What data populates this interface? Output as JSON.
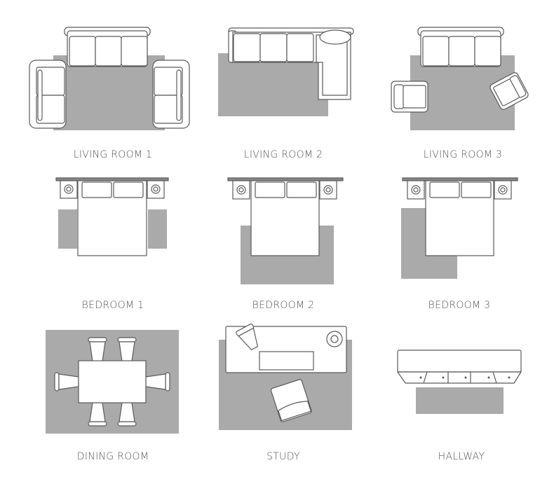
{
  "colors": {
    "rug": "#aaaaaa",
    "outline": "#5a5a5a",
    "furniture_fill": "#ffffff",
    "label_text": "#555555",
    "background": "#ffffff"
  },
  "layouts": [
    {
      "id": "living-room-1",
      "label": "LIVING ROOM 1"
    },
    {
      "id": "living-room-2",
      "label": "LIVING ROOM 2"
    },
    {
      "id": "living-room-3",
      "label": "LIVING ROOM 3"
    },
    {
      "id": "bedroom-1",
      "label": "BEDROOM 1"
    },
    {
      "id": "bedroom-2",
      "label": "BEDROOM 2"
    },
    {
      "id": "bedroom-3",
      "label": "BEDROOM 3"
    },
    {
      "id": "dining-room",
      "label": "DINING ROOM"
    },
    {
      "id": "study",
      "label": "STUDY"
    },
    {
      "id": "hallway",
      "label": "HALLWAY"
    }
  ]
}
